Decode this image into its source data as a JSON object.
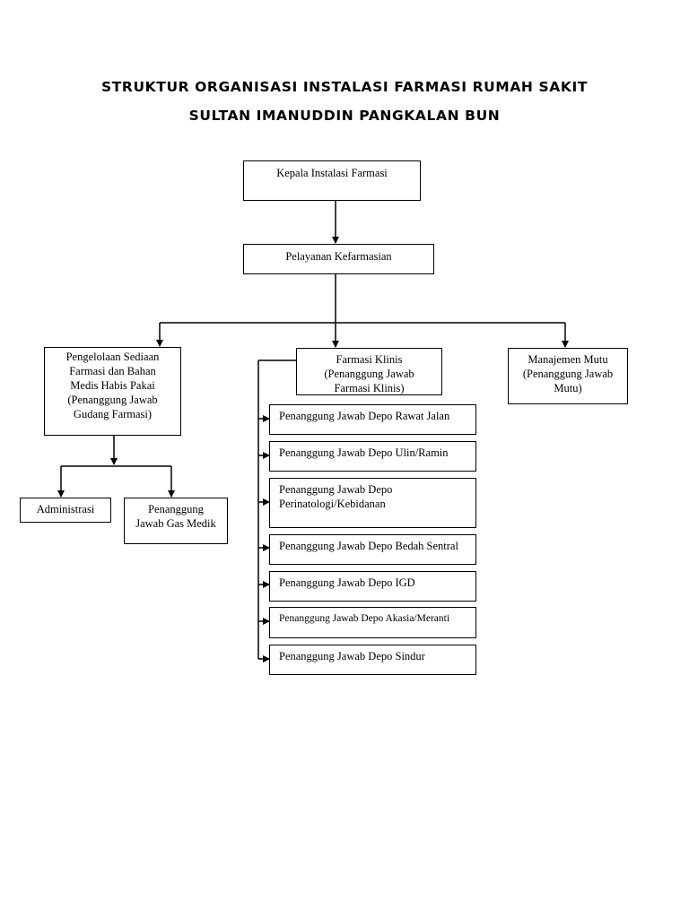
{
  "title": {
    "line1": "STRUKTUR ORGANISASI INSTALASI FARMASI RUMAH SAKIT",
    "line2": "SULTAN IMANUDDIN PANGKALAN BUN"
  },
  "nodes": {
    "kepala": "Kepala Instalasi Farmasi",
    "pelayanan": "Pelayanan Kefarmasian",
    "pengelolaan": "Pengelolaan Sediaan\nFarmasi dan Bahan\nMedis Habis Pakai\n(Penanggung Jawab\nGudang Farmasi)",
    "farmasi_klinis": "Farmasi Klinis\n(Penanggung Jawab\nFarmasi Klinis)",
    "manajemen_mutu": "Manajemen Mutu\n(Penanggung Jawab\nMutu)",
    "administrasi": "Administrasi",
    "gas_medik": "Penanggung\nJawab  Gas Medik",
    "depo_rawat_jalan": "Penanggung Jawab Depo Rawat Jalan",
    "depo_ulin_ramin": "Penanggung Jawab Depo Ulin/Ramin",
    "depo_perinatologi": "Penanggung Jawab Depo\nPerinatologi/Kebidanan",
    "depo_bedah_sentral": "Penanggung Jawab  Depo Bedah Sentral",
    "depo_igd": "Penanggung Jawab  Depo IGD",
    "depo_akasia": "Penanggung Jawab  Depo Akasia/Meranti",
    "depo_sindur": "Penanggung Jawab  Depo Sindur"
  }
}
